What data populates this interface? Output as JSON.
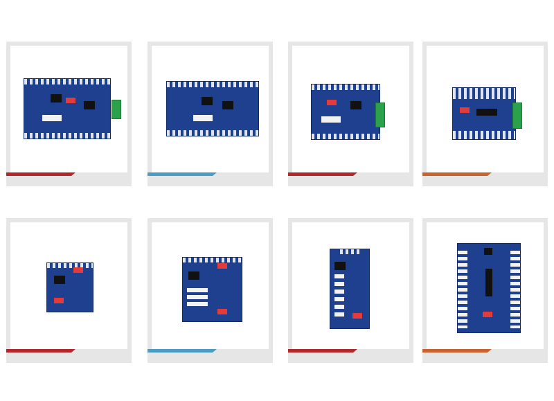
{
  "products": [
    {
      "accent": "#b3262a",
      "image": "pcb-board-large-green-terminals"
    },
    {
      "accent": "#4a9cc7",
      "image": "pcb-board-large-white-connectors"
    },
    {
      "accent": "#b3262a",
      "image": "pcb-board-medium-green-terminals"
    },
    {
      "accent": "#c8632e",
      "image": "pcb-board-white-connector-row"
    },
    {
      "accent": "#b3262a",
      "image": "pcb-board-small-square"
    },
    {
      "accent": "#4a9cc7",
      "image": "pcb-board-small-relay"
    },
    {
      "accent": "#b3262a",
      "image": "pcb-board-narrow-vertical"
    },
    {
      "accent": "#c8632e",
      "image": "pcb-board-tall-dual-row"
    }
  ]
}
